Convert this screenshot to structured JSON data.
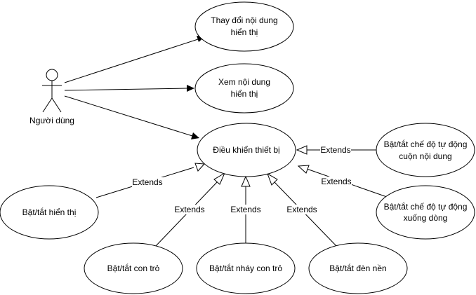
{
  "actor": {
    "label": "Người dùng"
  },
  "usecases": {
    "change_display": [
      "Thay đổi nội dung",
      "hiển thị"
    ],
    "view_content": [
      "Xem nội dung",
      "hiển thị"
    ],
    "control_device": [
      "Điều khiển thiết bị"
    ],
    "auto_scroll": [
      "Bật/tắt chế độ tự động",
      "cuộn nội dung"
    ],
    "auto_wrap": [
      "Bật/tắt chế độ tự động",
      "xuống dòng"
    ],
    "toggle_display": [
      "Bật/tắt hiển thị"
    ],
    "toggle_cursor": [
      "Bật/tắt con trỏ"
    ],
    "toggle_blink": [
      "Bật/tắt nháy con trỏ"
    ],
    "toggle_backlight": [
      "Bật/tắt đèn nền"
    ]
  },
  "extends_label": "Extends"
}
